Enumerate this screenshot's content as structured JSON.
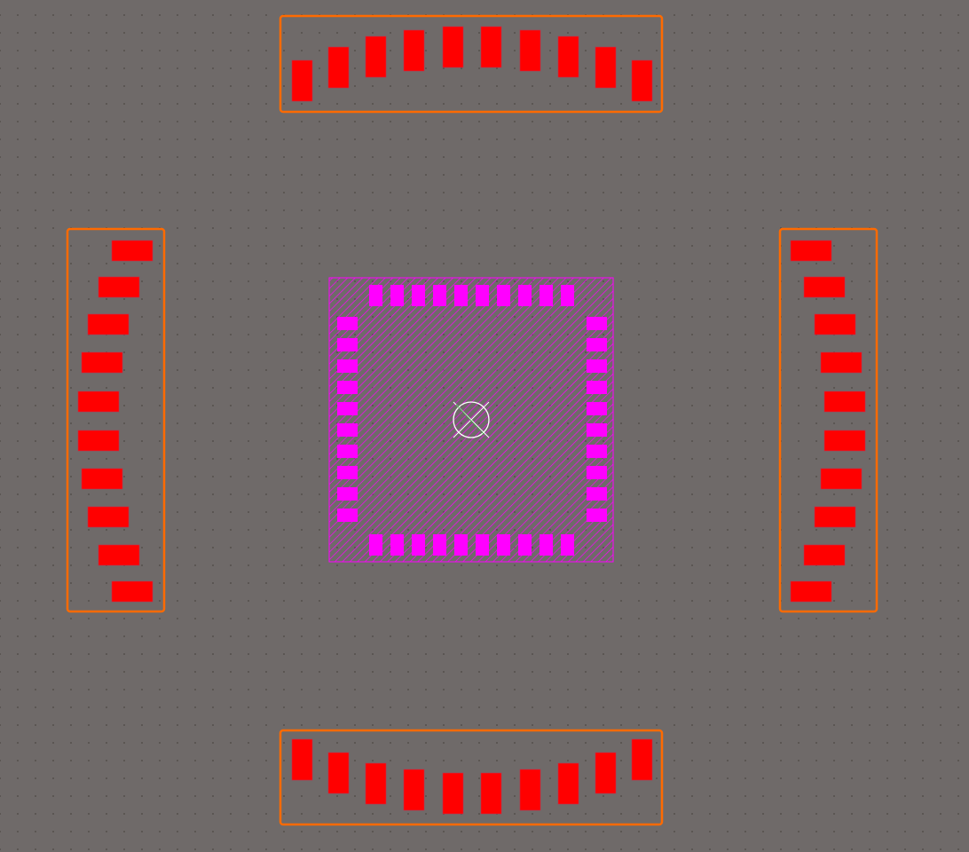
{
  "view": "pcb-footprint-editor-canvas",
  "colors": {
    "background": "#6f6a69",
    "grid_dot": "#57524f",
    "outer_pads": "#ff0000",
    "group_outline": "#ff6a00",
    "component_pads": "#ff00ff",
    "component_hatch": "#ff00ff",
    "origin_marker": "#ffffff",
    "origin_cross_accent": "#00c000"
  },
  "outer_pad_groups": [
    {
      "side": "top",
      "pad_count": 10
    },
    {
      "side": "left",
      "pad_count": 10
    },
    {
      "side": "right",
      "pad_count": 10
    },
    {
      "side": "bottom",
      "pad_count": 10
    }
  ],
  "component": {
    "pads_per_side": 10,
    "fill": "diagonal-hatch",
    "origin_marker": "circle-cross"
  }
}
